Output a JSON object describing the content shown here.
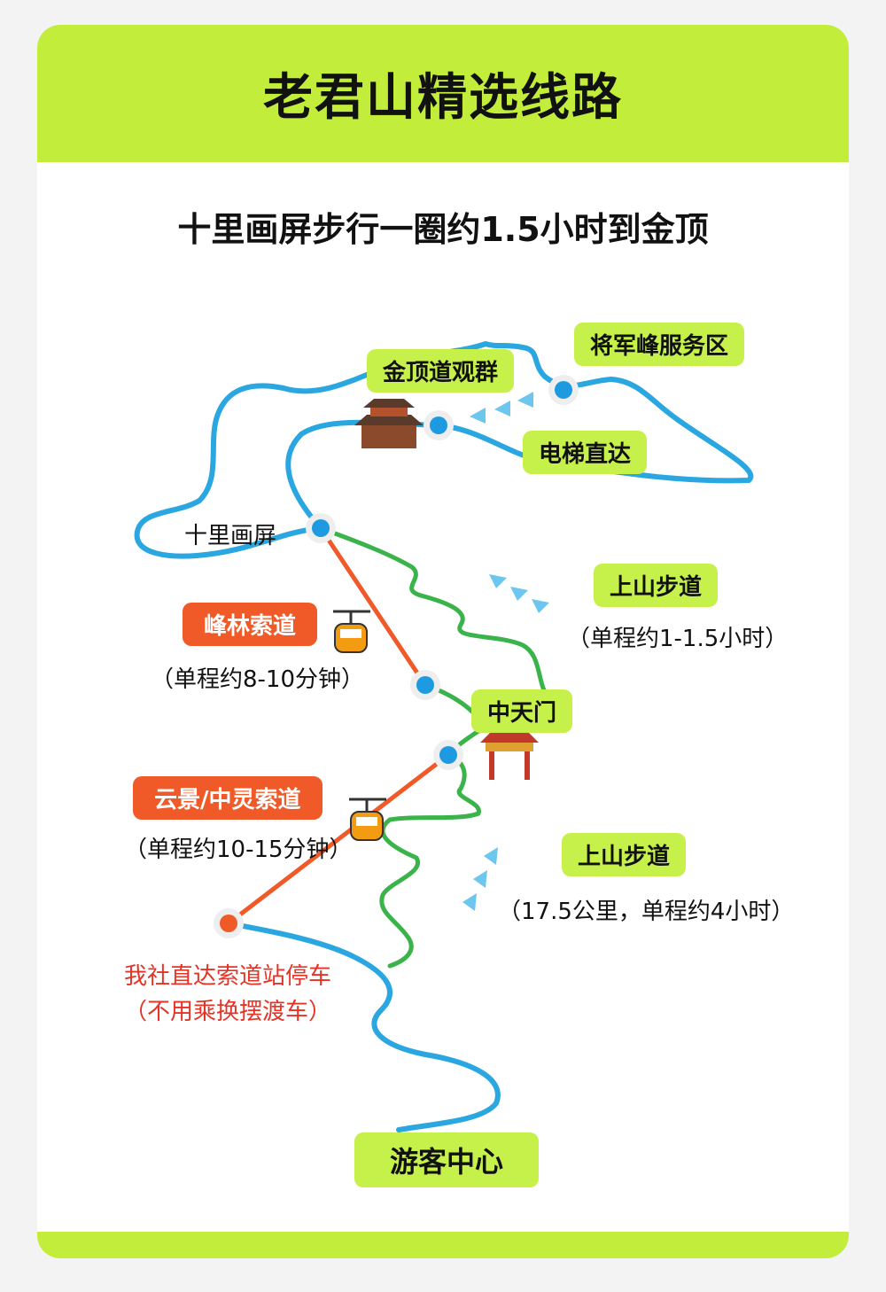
{
  "header": {
    "title": "老君山精选线路"
  },
  "subtitle": "十里画屏步行一圈约1.5小时到金顶",
  "colors": {
    "brand_green": "#c2ee3b",
    "trail_blue": "#2aa6e0",
    "trail_green": "#3ab44a",
    "cableway_orange": "#f05a28",
    "note_red": "#e53326"
  },
  "labels": {
    "jiangjunfeng": "将军峰服务区",
    "jinding": "金顶道观群",
    "elevator": "电梯直达",
    "shilihuaping": "十里画屏",
    "trail_upper": "上山步道",
    "trail_upper_note": "（单程约1-1.5小时）",
    "fenglin": "峰林索道",
    "fenglin_note": "（单程约8-10分钟）",
    "zhongtianmen": "中天门",
    "yunjing": "云景/中灵索道",
    "yunjing_note": "（单程约10-15分钟）",
    "trail_lower": "上山步道",
    "trail_lower_note": "（17.5公里，单程约4小时）",
    "parking_line1": "我社直达索道站停车",
    "parking_line2": "（不用乘换摆渡车）",
    "visitor_center": "游客中心"
  }
}
